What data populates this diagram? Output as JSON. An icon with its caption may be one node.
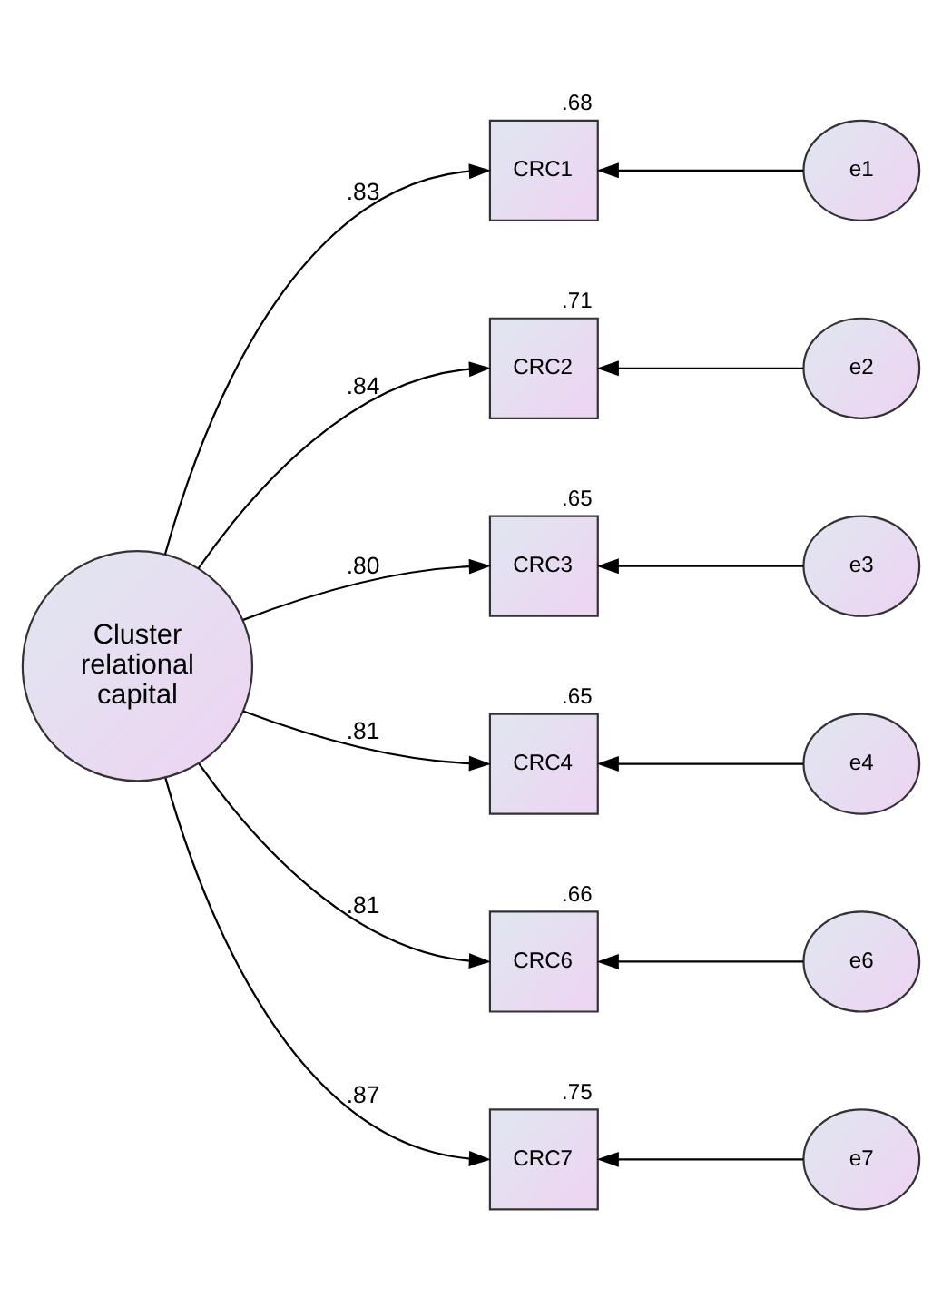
{
  "diagram": {
    "nodes": [
      {
        "text": [
          "Cluster relational capital"
        ]
      },
      {
        "text": [
          "CRC1"
        ],
        "beside": [
          ".68"
        ]
      },
      {
        "text": [
          "CRC2"
        ],
        "beside": [
          ".71"
        ]
      },
      {
        "text": [
          "CRC3"
        ],
        "beside": [
          ".65"
        ]
      },
      {
        "text": [
          "CRC4"
        ],
        "beside": [
          ".65"
        ]
      },
      {
        "text": [
          "CRC6"
        ],
        "beside": [
          ".66"
        ]
      },
      {
        "text": [
          "CRC7"
        ],
        "beside": [
          ".75"
        ]
      },
      {
        "text": [
          "e1"
        ]
      },
      {
        "text": [
          "e2"
        ]
      },
      {
        "text": [
          "e3"
        ]
      },
      {
        "text": [
          "e4"
        ]
      },
      {
        "text": [
          "e6"
        ]
      },
      {
        "text": [
          "e7"
        ]
      }
    ],
    "edges": [
      {
        "from": 0,
        "to": 1,
        "arrow": "to",
        "label": ".83"
      },
      {
        "from": 0,
        "to": 2,
        "arrow": "to",
        "label": ".84"
      },
      {
        "from": 0,
        "to": 3,
        "arrow": "to",
        "label": ".80"
      },
      {
        "from": 0,
        "to": 4,
        "arrow": "to",
        "label": ".81"
      },
      {
        "from": 0,
        "to": 5,
        "arrow": "to",
        "label": ".81"
      },
      {
        "from": 0,
        "to": 6,
        "arrow": "to",
        "label": ".87"
      },
      {
        "from": 7,
        "to": 1,
        "arrow": "to"
      },
      {
        "from": 8,
        "to": 2,
        "arrow": "to"
      },
      {
        "from": 9,
        "to": 3,
        "arrow": "to"
      },
      {
        "from": 10,
        "to": 4,
        "arrow": "to"
      },
      {
        "from": 11,
        "to": 5,
        "arrow": "to"
      },
      {
        "from": 12,
        "to": 6,
        "arrow": "to"
      }
    ]
  }
}
